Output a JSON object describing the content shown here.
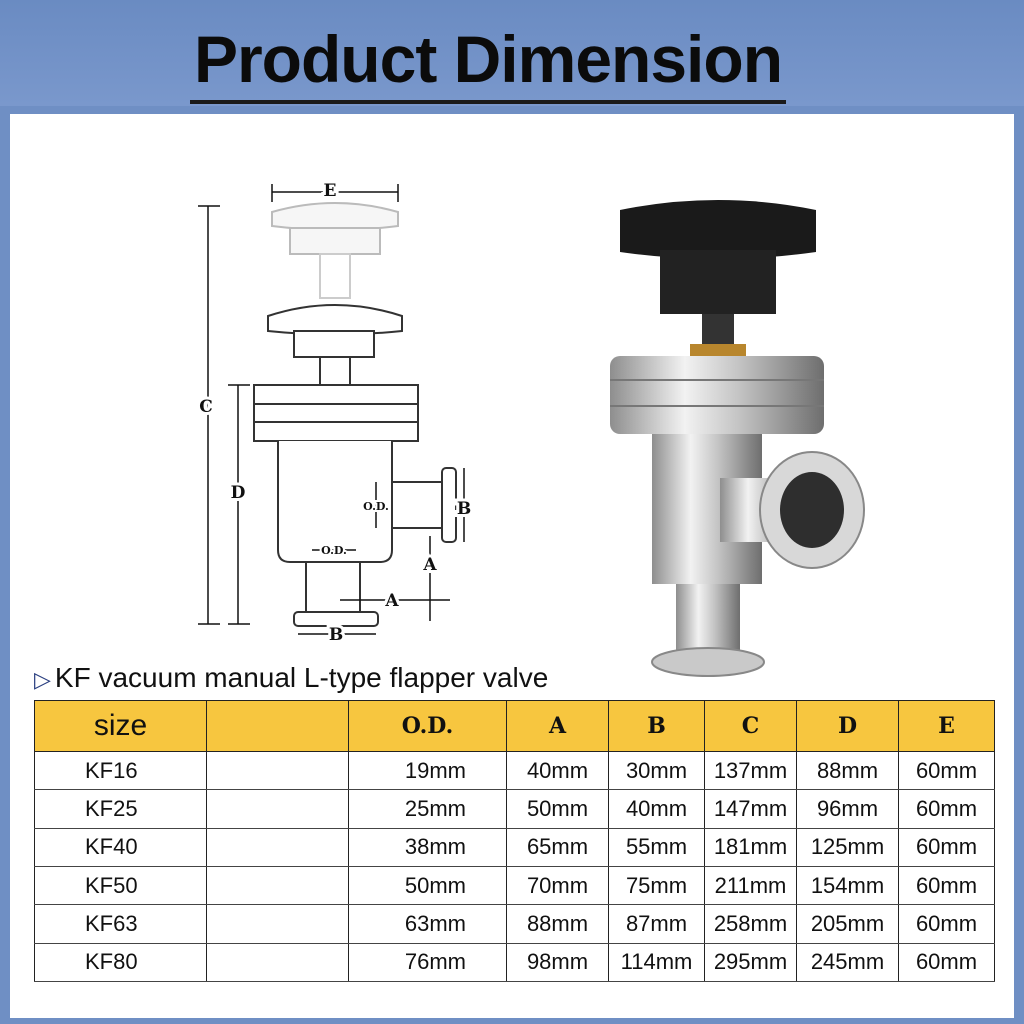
{
  "title": "Product Dimension",
  "subtitle": "KF vacuum manual L-type flapper valve",
  "diagram": {
    "labels": {
      "c": "C",
      "d": "D",
      "e": "E",
      "a": "A",
      "b": "B",
      "od": "O.D."
    }
  },
  "table": {
    "headers": [
      "size",
      "",
      "O.D.",
      "A",
      "B",
      "C",
      "D",
      "E"
    ],
    "rows": [
      [
        "KF16",
        "",
        "19mm",
        "40mm",
        "30mm",
        "137mm",
        "88mm",
        "60mm"
      ],
      [
        "KF25",
        "",
        "25mm",
        "50mm",
        "40mm",
        "147mm",
        "96mm",
        "60mm"
      ],
      [
        "KF40",
        "",
        "38mm",
        "65mm",
        "55mm",
        "181mm",
        "125mm",
        "60mm"
      ],
      [
        "KF50",
        "",
        "50mm",
        "70mm",
        "75mm",
        "211mm",
        "154mm",
        "60mm"
      ],
      [
        "KF63",
        "",
        "63mm",
        "88mm",
        "87mm",
        "258mm",
        "205mm",
        "60mm"
      ],
      [
        "KF80",
        "",
        "76mm",
        "98mm",
        "114mm",
        "295mm",
        "245mm",
        "60mm"
      ]
    ]
  },
  "colors": {
    "header_bg": "#7090c6",
    "table_header": "#f7c63f"
  }
}
